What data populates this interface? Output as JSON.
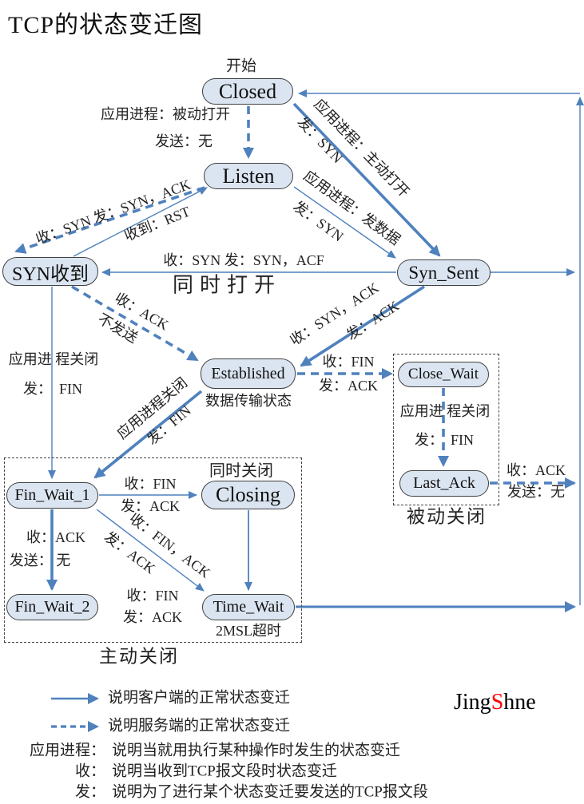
{
  "title": "TCP的状态变迁图",
  "nodes": {
    "closed": "Closed",
    "listen": "Listen",
    "syn_rcvd": "SYN收到",
    "syn_sent": "Syn_Sent",
    "established": "Established",
    "close_wait": "Close_Wait",
    "last_ack": "Last_Ack",
    "fin_wait_1": "Fin_Wait_1",
    "closing": "Closing",
    "fin_wait_2": "Fin_Wait_2",
    "time_wait": "Time_Wait"
  },
  "labels": {
    "start": "开始",
    "passive_open_1": "应用进程：被动打开",
    "passive_open_2": "发送：无",
    "listen_synrcvd": "收：SYN 发：SYN，ACK",
    "rst": "收到：RST",
    "simul_open_msg": "收：SYN 发：SYN，ACF",
    "simul_open": "同时打开",
    "active_open": "应用进程：主动打开",
    "active_open_send": "发：SYN",
    "send_data": "应用进程：发数据",
    "send_data_send": "发：SYN",
    "synrcvd_est_recv": "收：ACK",
    "synrcvd_est_send": "不发送",
    "synsent_est_recv": "收：SYN，ACK",
    "synsent_est_send": "发：ACK",
    "est_cw_recv": "收：FIN",
    "est_cw_send": "发：ACK",
    "est_sub": "数据传输状态",
    "cw_la_1": "应用进 程关闭",
    "cw_la_2": "发：  FIN",
    "la_recv": "收：ACK",
    "la_send": "发送：无",
    "passive_close": "被动关闭",
    "synrcvd_fw1_1": "应用进 程关闭",
    "synrcvd_fw1_2": "发：  FIN",
    "est_fw1_1": "应用进程关闭",
    "est_fw1_2": "发：FIN",
    "simul_close": "同时关闭",
    "fw1_closing_recv": "收：FIN",
    "fw1_closing_send": "发：ACK",
    "fw1_fw2_recv": "收：ACK",
    "fw1_fw2_send": "发送： 无",
    "fw1_tw_send": "发：ACK",
    "fw1_tw_recv": "收：FIN，ACK",
    "fw2_tw_recv": "收：FIN",
    "fw2_tw_send": "发：ACK",
    "tw_sub": "2MSL超时",
    "active_close": "主动关闭"
  },
  "legend": {
    "client": "说明客户端的正常状态变迁",
    "server": "说明服务端的正常状态变迁",
    "app_label": "应用进程：",
    "app_text": "说明当就用执行某种操作时发生的状态变迁",
    "recv_label": "收：",
    "recv_text": "说明当收到TCP报文段时状态变迁",
    "send_label": "发：",
    "send_text": "说明为了进行某个状态变迁要发送的TCP报文段"
  },
  "watermark": {
    "jing": "Jing",
    "s": "S",
    "hne": "hne"
  },
  "colors": {
    "arrow": "#4f81bd",
    "node_fill": "#dbe5f1",
    "node_border": "#404040",
    "watermark_s": "#ff0000"
  }
}
